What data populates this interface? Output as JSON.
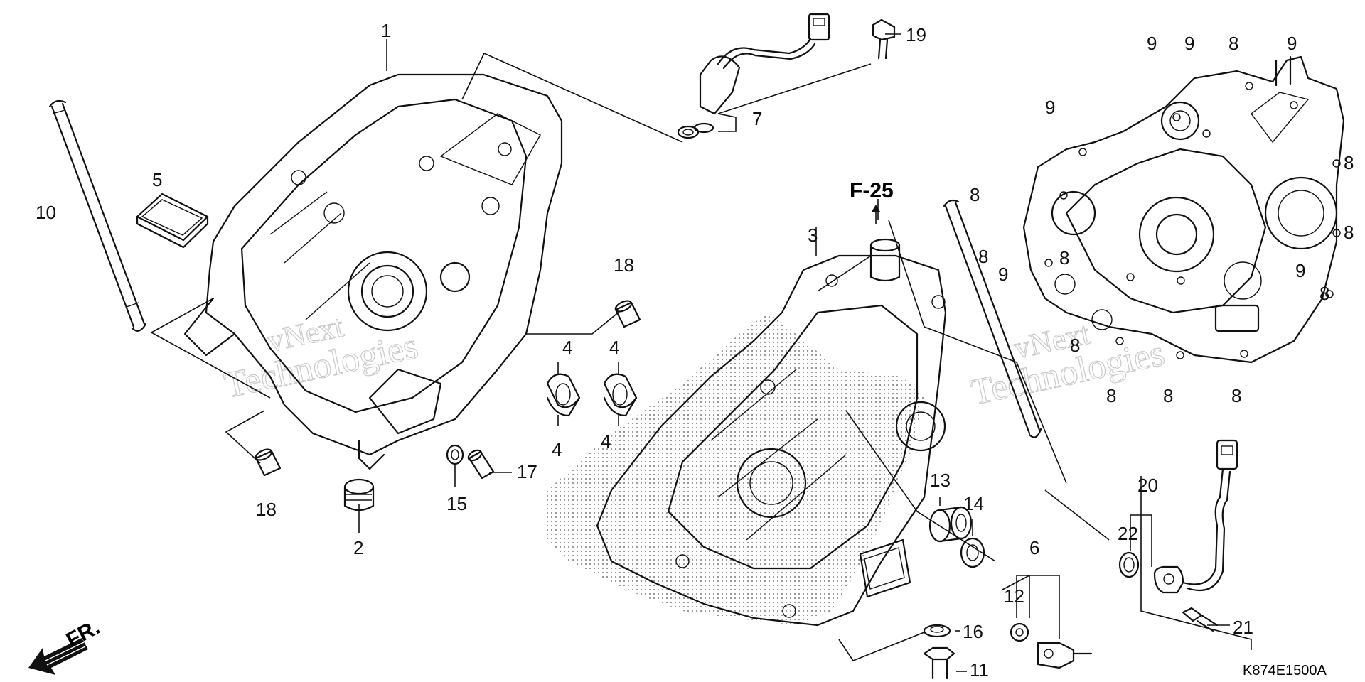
{
  "reference": {
    "label": "F-25"
  },
  "drawing_code": "K874E1500A",
  "orientation": {
    "label": "FR."
  },
  "watermark": {
    "line1": "vNext",
    "line2": "Technologies"
  },
  "callouts": [
    {
      "id": "c1",
      "text": "1"
    },
    {
      "id": "c2",
      "text": "2"
    },
    {
      "id": "c3",
      "text": "3"
    },
    {
      "id": "c4a",
      "text": "4"
    },
    {
      "id": "c4b",
      "text": "4"
    },
    {
      "id": "c4c",
      "text": "4"
    },
    {
      "id": "c4d",
      "text": "4"
    },
    {
      "id": "c5",
      "text": "5"
    },
    {
      "id": "c6",
      "text": "6"
    },
    {
      "id": "c7",
      "text": "7"
    },
    {
      "id": "c10",
      "text": "10"
    },
    {
      "id": "c11",
      "text": "11"
    },
    {
      "id": "c12",
      "text": "12"
    },
    {
      "id": "c13",
      "text": "13"
    },
    {
      "id": "c14",
      "text": "14"
    },
    {
      "id": "c15",
      "text": "15"
    },
    {
      "id": "c16",
      "text": "16"
    },
    {
      "id": "c17",
      "text": "17"
    },
    {
      "id": "c18a",
      "text": "18"
    },
    {
      "id": "c18b",
      "text": "18"
    },
    {
      "id": "c19",
      "text": "19"
    },
    {
      "id": "c20",
      "text": "20"
    },
    {
      "id": "c21",
      "text": "21"
    },
    {
      "id": "c22",
      "text": "22"
    },
    {
      "id": "c8a",
      "text": "8"
    },
    {
      "id": "c8b",
      "text": "8"
    },
    {
      "id": "c8c",
      "text": "8"
    },
    {
      "id": "c8d",
      "text": "8"
    },
    {
      "id": "c8e",
      "text": "8"
    },
    {
      "id": "c8f",
      "text": "8"
    },
    {
      "id": "c8g",
      "text": "8"
    },
    {
      "id": "c8h",
      "text": "8"
    },
    {
      "id": "c8i",
      "text": "8"
    },
    {
      "id": "c8j",
      "text": "8"
    },
    {
      "id": "c8k",
      "text": "8"
    },
    {
      "id": "c9a",
      "text": "9"
    },
    {
      "id": "c9b",
      "text": "9"
    },
    {
      "id": "c9c",
      "text": "9"
    },
    {
      "id": "c9d",
      "text": "9"
    },
    {
      "id": "c9e",
      "text": "9"
    },
    {
      "id": "c9f",
      "text": "9"
    }
  ]
}
